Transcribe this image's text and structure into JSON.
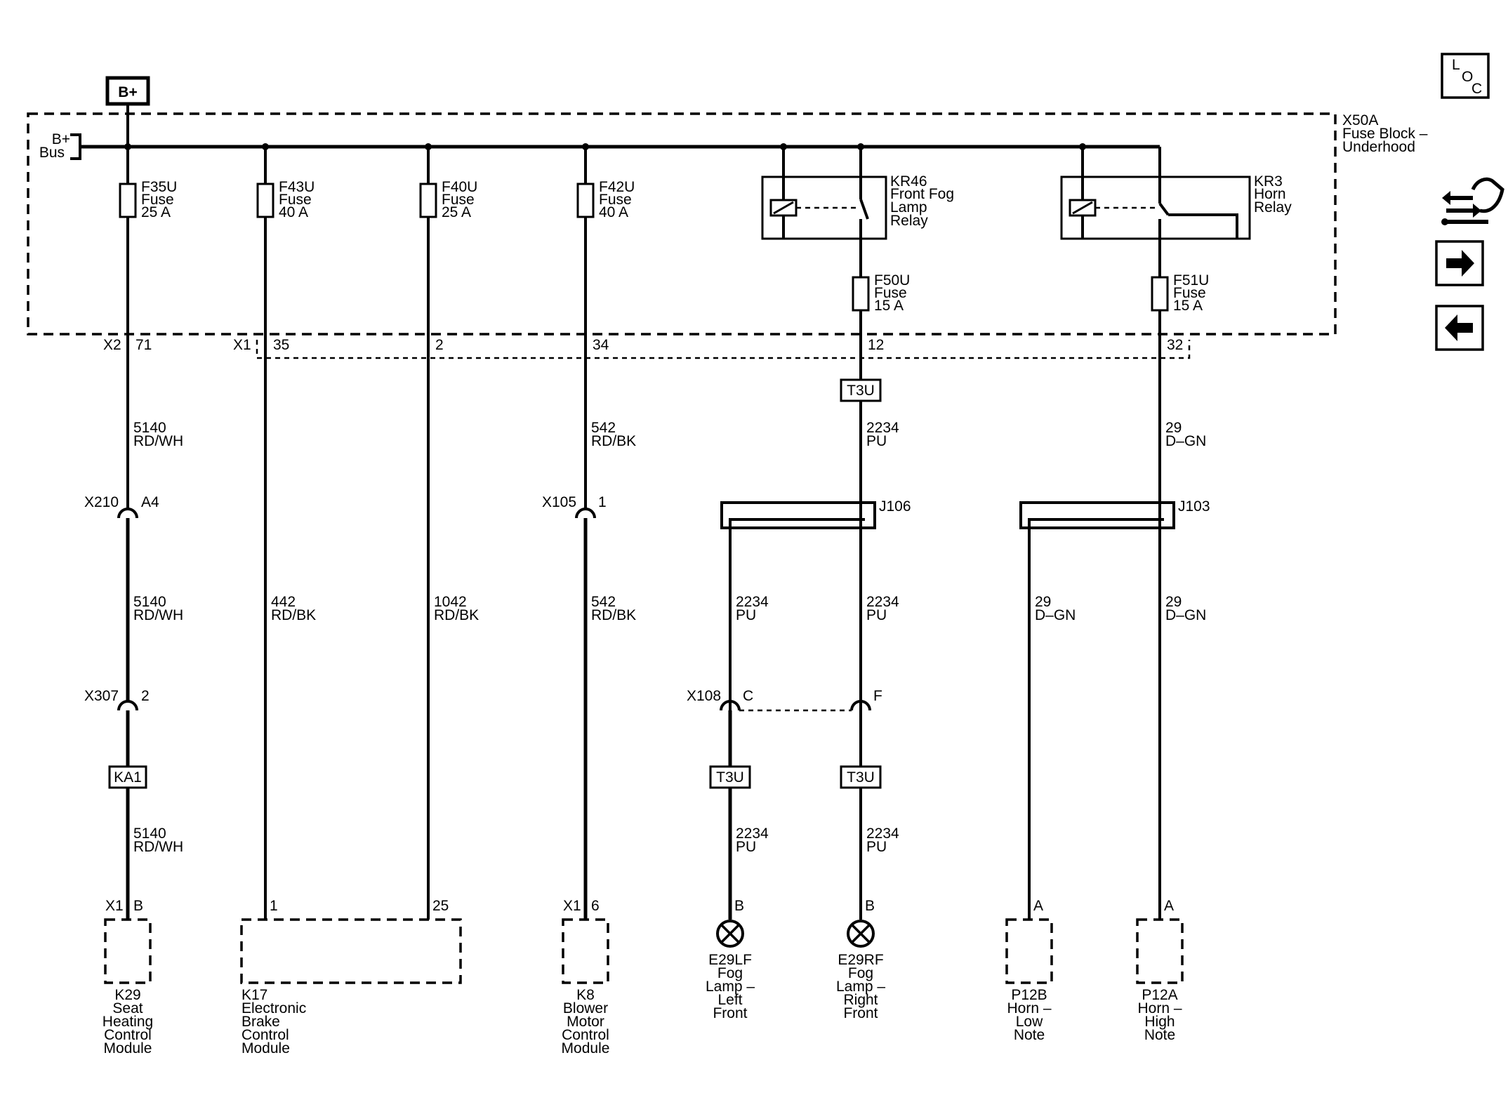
{
  "power": {
    "label": "B+"
  },
  "fuse_block": {
    "name": [
      "X50A",
      "Fuse Block –",
      "Underhood"
    ],
    "bus_label": [
      "B+",
      "Bus"
    ]
  },
  "fuses": [
    {
      "id": "F35U",
      "type": "Fuse",
      "rating": "25 A"
    },
    {
      "id": "F43U",
      "type": "Fuse",
      "rating": "40 A"
    },
    {
      "id": "F40U",
      "type": "Fuse",
      "rating": "25 A"
    },
    {
      "id": "F42U",
      "type": "Fuse",
      "rating": "40 A"
    },
    {
      "id": "F50U",
      "type": "Fuse",
      "rating": "15 A"
    },
    {
      "id": "F51U",
      "type": "Fuse",
      "rating": "15 A"
    }
  ],
  "relays": [
    {
      "lines": [
        "KR46",
        "Front Fog",
        "Lamp",
        "Relay"
      ]
    },
    {
      "lines": [
        "KR3",
        "Horn",
        "Relay"
      ]
    }
  ],
  "block_connectors": {
    "x2": "X2",
    "x1": "X1",
    "pins": [
      "71",
      "35",
      "2",
      "34",
      "12",
      "32"
    ]
  },
  "wires": [
    {
      "circuit": "5140",
      "color": "RD/WH"
    },
    {
      "circuit": "542",
      "color": "RD/BK"
    },
    {
      "circuit": "2234",
      "color": "PU"
    },
    {
      "circuit": "29",
      "color": "D–GN"
    },
    {
      "circuit": "5140",
      "color": "RD/WH"
    },
    {
      "circuit": "442",
      "color": "RD/BK"
    },
    {
      "circuit": "1042",
      "color": "RD/BK"
    },
    {
      "circuit": "542",
      "color": "RD/BK"
    },
    {
      "circuit": "2234",
      "color": "PU"
    },
    {
      "circuit": "2234",
      "color": "PU"
    },
    {
      "circuit": "29",
      "color": "D–GN"
    },
    {
      "circuit": "29",
      "color": "D–GN"
    },
    {
      "circuit": "5140",
      "color": "RD/WH"
    },
    {
      "circuit": "2234",
      "color": "PU"
    },
    {
      "circuit": "2234",
      "color": "PU"
    }
  ],
  "inline_connectors": [
    {
      "id": "X210",
      "pin": "A4"
    },
    {
      "id": "X105",
      "pin": "1"
    },
    {
      "id": "X307",
      "pin": "2"
    },
    {
      "id": "X108",
      "pin": "C"
    },
    {
      "pin": "F"
    }
  ],
  "splices": [
    "J106",
    "J103"
  ],
  "tags": [
    "T3U",
    "KA1",
    "T3U",
    "T3U"
  ],
  "bottom_pins": [
    {
      "conn": "X1",
      "pin": "B"
    },
    {
      "pin": "1"
    },
    {
      "pin": "25"
    },
    {
      "conn": "X1",
      "pin": "6"
    },
    {
      "pin": "B"
    },
    {
      "pin": "B"
    },
    {
      "pin": "A"
    },
    {
      "pin": "A"
    }
  ],
  "components": [
    {
      "lines": [
        "K29",
        "Seat",
        "Heating",
        "Control",
        "Module"
      ]
    },
    {
      "lines": [
        "K17",
        "Electronic",
        "Brake",
        "Control",
        "Module"
      ]
    },
    {
      "lines": [
        "K8",
        "Blower",
        "Motor",
        "Control",
        "Module"
      ]
    },
    {
      "lines": [
        "E29LF",
        "Fog",
        "Lamp –",
        "Left",
        "Front"
      ]
    },
    {
      "lines": [
        "E29RF",
        "Fog",
        "Lamp –",
        "Right",
        "Front"
      ]
    },
    {
      "lines": [
        "P12B",
        "Horn –",
        "Low",
        "Note"
      ]
    },
    {
      "lines": [
        "P12A",
        "Horn –",
        "High",
        "Note"
      ]
    }
  ],
  "nav": {
    "loc_letters": [
      "L",
      "O",
      "C"
    ]
  }
}
